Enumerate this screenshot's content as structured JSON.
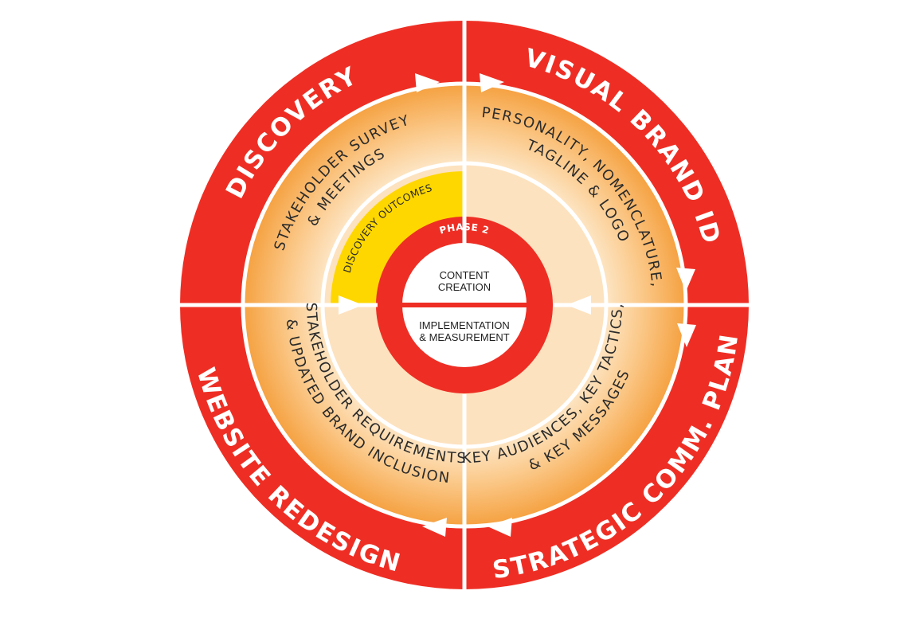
{
  "colors": {
    "red": "#ee2e24",
    "yellow": "#ffd700",
    "orange_dark": "#f6a948",
    "peach": "#fde2bf",
    "white": "#ffffff"
  },
  "outer_ring": {
    "discovery": "DISCOVERY",
    "visual_brand": "VISUAL BRAND ID",
    "strategic_plan": "STRATEGIC COMM. PLAN",
    "website_redesign": "WEBSITE REDESIGN"
  },
  "middle_ring": {
    "discovery_line1": "STAKEHOLDER SURVEY",
    "discovery_line2": "& MEETINGS",
    "visual_line1": "PERSONALITY, NOMENCLATURE,",
    "visual_line2": "TAGLINE & LOGO",
    "strategic_line1": "KEY AUDIENCES, KEY TACTICS,",
    "strategic_line2": "& KEY MESSAGES",
    "website_line1": "STAKEHOLDER REQUIREMENTS",
    "website_line2": "& UPDATED BRAND INCLUSION"
  },
  "inner": {
    "discovery_outcomes": "DISCOVERY OUTCOMES",
    "phase": "PHASE 2",
    "top_line1": "CONTENT",
    "top_line2": "CREATION",
    "bottom_line1": "IMPLEMENTATION",
    "bottom_line2": "& MEASUREMENT"
  }
}
